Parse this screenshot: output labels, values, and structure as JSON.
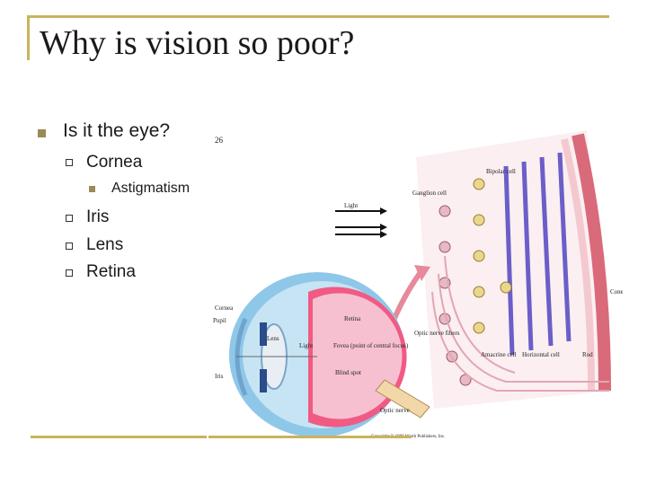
{
  "slide": {
    "title": "Why is vision so poor?",
    "bullets": {
      "level1": "Is it the eye?",
      "cornea": "Cornea",
      "astigmatism": "Astigmatism",
      "iris": "Iris",
      "lens": "Lens",
      "retina": "Retina"
    }
  },
  "figure": {
    "page_number": "26",
    "labels": {
      "cornea": "Cornea",
      "pupil": "Pupil",
      "iris": "Iris",
      "lens": "Lens",
      "light_eye": "Light",
      "retina": "Retina",
      "fovea": "Fovea (point of central focus)",
      "blind_spot": "Blind spot",
      "optic_nerve": "Optic nerve",
      "optic_nerve_fibers": "Optic nerve fibers",
      "light_retina": "Light",
      "ganglion": "Ganglion cell",
      "bipolar": "Bipolar cell",
      "amacrine": "Amacrine cell",
      "horizontal": "Horizontal cell",
      "rod": "Rod",
      "cone": "Cone",
      "copyright": "Copyright © 1986 Worth Publishers, Inc."
    }
  },
  "colors": {
    "accent": "#c9b45a",
    "bullet_marker": "#9a8a55"
  }
}
